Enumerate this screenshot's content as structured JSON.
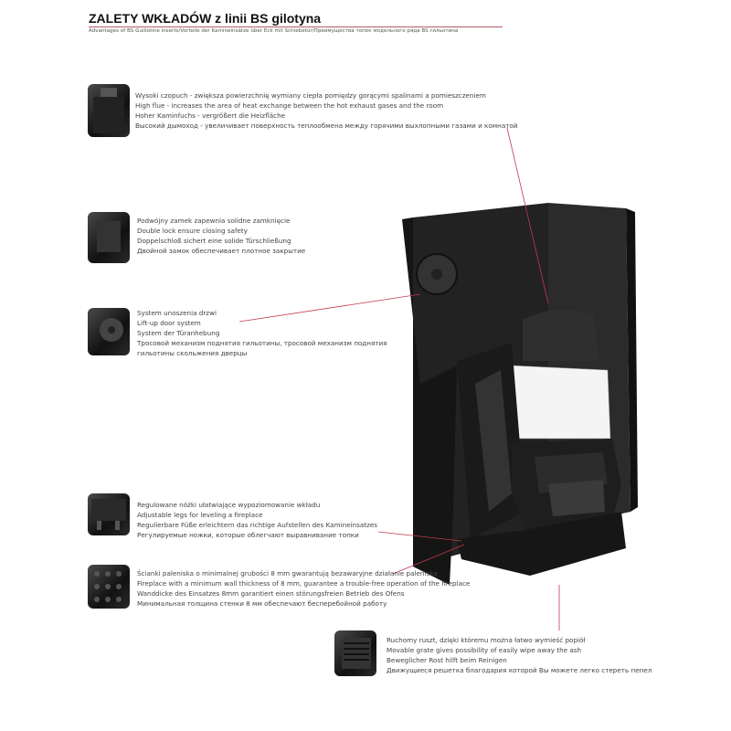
{
  "header": {
    "title": "ZALETY WKŁADÓW z linii BS gilotyna",
    "subtitle": "Advantages of BS Guillotine inserts/Vorteile der Kamineinsätze über Eck mit Schiebetür/Преимущества топок модельного ряда BS гильотина"
  },
  "features": [
    {
      "icon": "high-flue-thumbnail",
      "lines": [
        "Wysoki czopuch - zwiększa powierzchnię wymiany ciepła pomiędzy gorącymi spalinami a pomieszczeniem",
        "High flue - increases the area of heat exchange between the hot exhaust gases and the room",
        "Hoher Kaminfuchs - vergrößert die Heizfläche",
        "Высокий дымоход - увеличивает поверхность теплообмена между горячими выхлопными газами и комнатой"
      ]
    },
    {
      "icon": "double-lock-thumbnail",
      "lines": [
        "Podwójny zamek zapewnia solidne zamknięcie",
        "Double lock ensure closing safety",
        "Doppelschloß sichert eine solide Türschließung",
        "Двойной замок обеспечивает плотное закрытие"
      ]
    },
    {
      "icon": "lift-door-thumbnail",
      "lines": [
        "System unoszenia drzwi",
        "Lift-up door system",
        "System der Türanhebung",
        "Тросовой механизм поднятия гильотины, тросовой механизм поднятия",
        "гильотины скольжения дверцы"
      ]
    },
    {
      "icon": "adjustable-legs-thumbnail",
      "lines": [
        "Regulowane nóżki ułatwiające wypoziomowanie wkładu",
        "Adjustable legs for leveling a fireplace",
        "Regulierbare Füße erleichtern das richtige Aufstellen des Kamineinsatzes",
        "Регулируемые ножки, которые облегчают  выравнивание топки"
      ]
    },
    {
      "icon": "wall-thickness-thumbnail",
      "lines": [
        "Ścianki paleniska o minimalnej grubości 8 mm gwarantują bezawaryjne działanie paleniska",
        "Fireplace with a minimum wall thickness of 8 mm, guarantee a trouble-free operation of the fireplace",
        "Wanddicke des Einsatzes 8mm garantiert einen störungsfreien Betrieb des Ofens",
        "Минимальная толщина стенки 8 мм обеспечают бесперебойной работу"
      ]
    },
    {
      "icon": "movable-grate-thumbnail",
      "lines": [
        "Ruchomy ruszt, dzięki któremu można łatwo wymieść popiół",
        "Movable grate gives possibility of easily wipe away the ash",
        "Beweglicher Rost hilft beim Reinigen",
        "Движущиеся решетка благодария которой Вы можете легко стереть пепел"
      ]
    }
  ],
  "colors": {
    "accent": "#c0394b",
    "stove": "#1c1c1c"
  }
}
